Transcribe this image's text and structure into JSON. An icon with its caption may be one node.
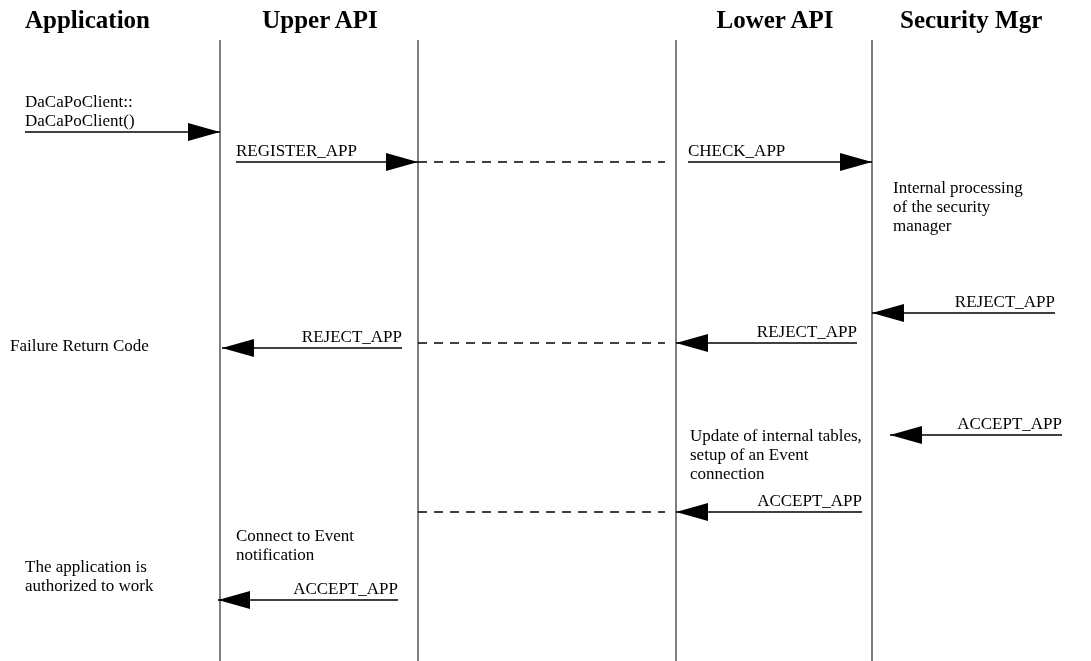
{
  "diagram": {
    "nodes": [
      {
        "text": [],
        "shape": "bar"
      },
      {
        "text": [],
        "shape": "bar"
      },
      {
        "text": [],
        "shape": "bar"
      },
      {
        "text": [],
        "shape": "bar"
      }
    ],
    "edges": [
      {
        "from": null,
        "to": 0,
        "arrow": "to",
        "label": "DaCaPoClient:: DaCaPoClient()"
      },
      {
        "from": 0,
        "to": 1,
        "arrow": "to",
        "label": "REGISTER_APP"
      },
      {
        "from": 1,
        "to": 2,
        "arrow": "none",
        "style": "dashed"
      },
      {
        "from": 2,
        "to": 3,
        "arrow": "to",
        "label": "CHECK_APP"
      },
      {
        "from": null,
        "to": 3,
        "arrow": "to",
        "label": "REJECT_APP"
      },
      {
        "from": 3,
        "to": 2,
        "arrow": "to",
        "label": "REJECT_APP"
      },
      {
        "from": 1,
        "to": 2,
        "arrow": "none",
        "style": "dashed"
      },
      {
        "from": 1,
        "to": 0,
        "arrow": "to",
        "label": "REJECT_APP"
      },
      {
        "from": null,
        "to": 3,
        "arrow": "to",
        "label": "ACCEPT_APP"
      },
      {
        "from": 3,
        "to": 2,
        "arrow": "to",
        "label": "ACCEPT_APP"
      },
      {
        "from": 1,
        "to": 2,
        "arrow": "none",
        "style": "dashed"
      },
      {
        "from": 1,
        "to": 0,
        "arrow": "to",
        "label": "ACCEPT_APP"
      }
    ],
    "labels": [
      "Application",
      "Upper API",
      "Lower API",
      "Security Mgr",
      "Internal processing of the security manager",
      "Failure Return Code",
      "Update of internal tables, setup of an Event connection",
      "Connect to Event notification",
      "The application is authorized to work"
    ]
  }
}
